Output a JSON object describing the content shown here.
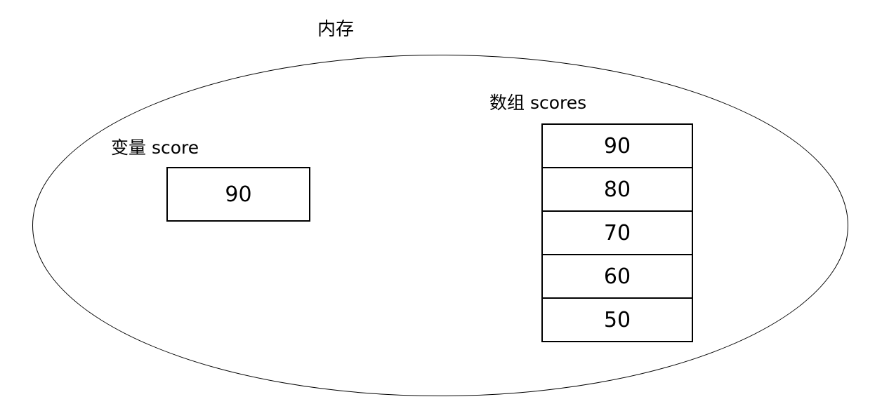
{
  "diagram": {
    "title": "内存",
    "variable": {
      "label": "变量 score",
      "value": "90"
    },
    "array": {
      "label": "数组 scores",
      "values": [
        "90",
        "80",
        "70",
        "60",
        "50"
      ]
    },
    "colors": {
      "line": "#000000",
      "background": "#ffffff",
      "text": "#000000"
    }
  }
}
